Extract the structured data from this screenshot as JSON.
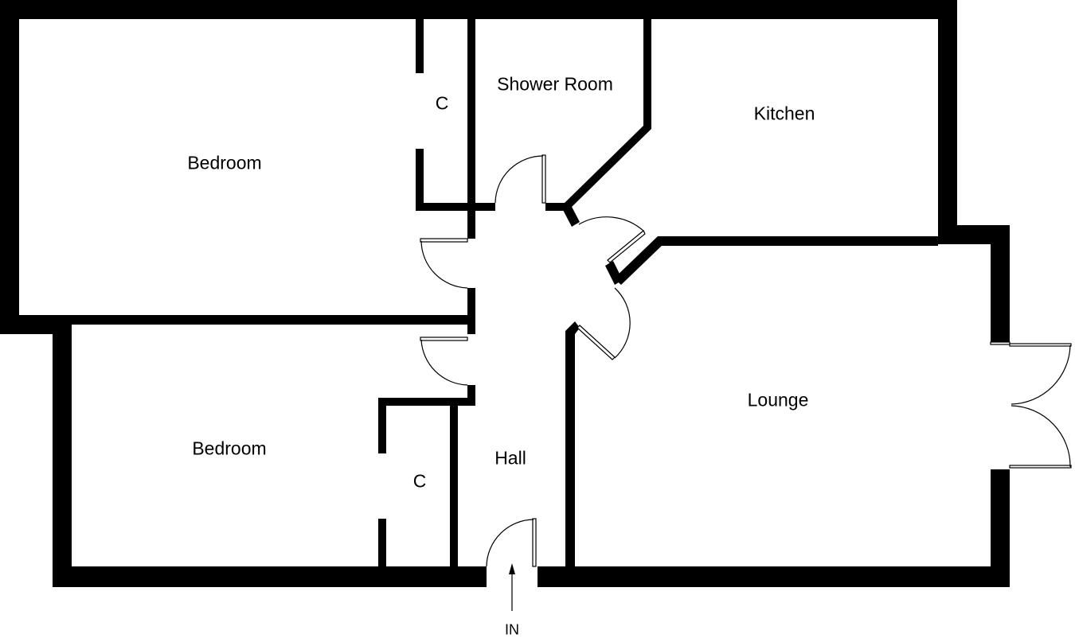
{
  "title": "Floor plan",
  "rooms": {
    "bedroom_1": "Bedroom",
    "cupboard_1": "C",
    "shower_room": "Shower Room",
    "kitchen": "Kitchen",
    "lounge": "Lounge",
    "bedroom_2": "Bedroom",
    "cupboard_2": "C",
    "hall": "Hall"
  },
  "entrance": "IN",
  "colors": {
    "wall": "#000000",
    "background": "#ffffff"
  }
}
